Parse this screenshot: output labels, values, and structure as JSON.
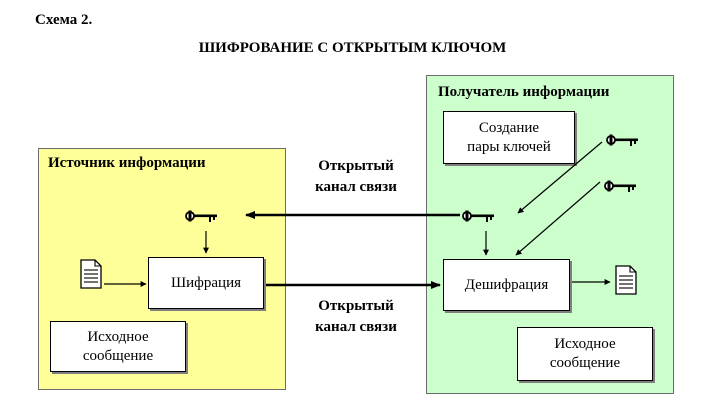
{
  "header": {
    "label": "Схема 2.",
    "title": "ШИФРОВАНИЕ С ОТКРЫТЫМ КЛЮЧОМ"
  },
  "source": {
    "title": "Источник информации",
    "encrypt_label": "Шифрация",
    "message_label": "Исходное\nсообщение"
  },
  "receiver": {
    "title": "Получатель информации",
    "keypair_label": "Создание\nпары ключей",
    "decrypt_label": "Дешифрация",
    "message_label": "Исходное\nсообщение"
  },
  "channels": {
    "top": "Открытый\nканал связи",
    "bottom": "Открытый\nканал связи"
  },
  "colors": {
    "source_panel": "#ffff99",
    "receiver_panel": "#ccffcc",
    "line": "#000000"
  },
  "icons": [
    "key-icon",
    "document-icon"
  ]
}
